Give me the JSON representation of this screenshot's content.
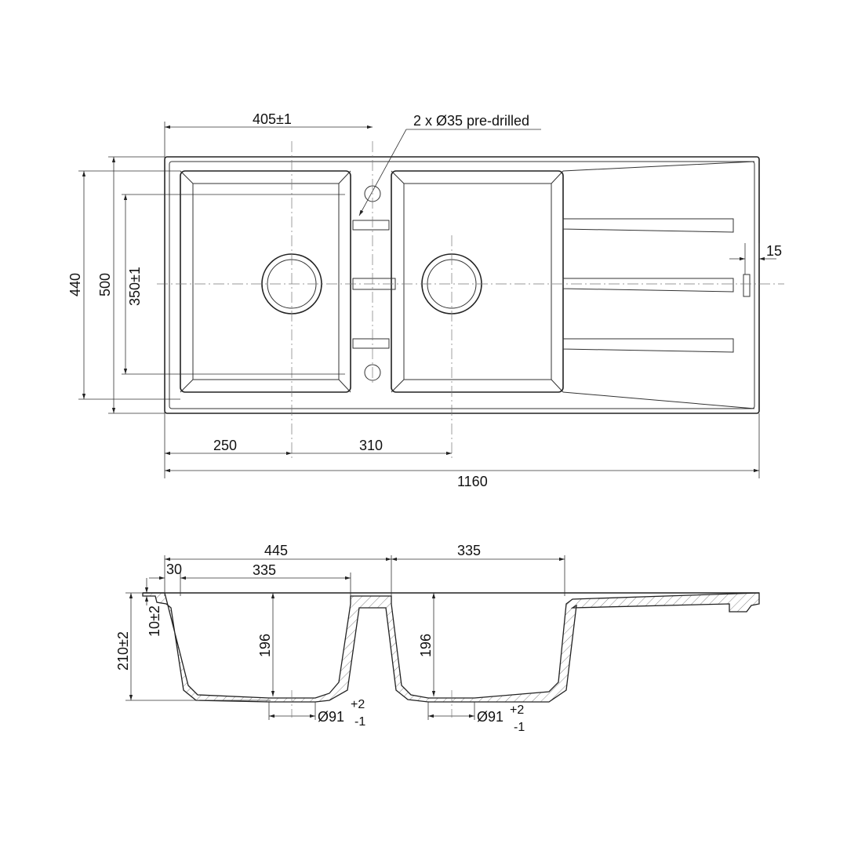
{
  "top_view": {
    "dim_bowl_width_total": "405±1",
    "note_tap_holes": "2 x Ø35 pre-drilled",
    "dim_inner_height": "440",
    "dim_outer_height": "500",
    "dim_bowl_height": "350±1",
    "dim_left_drain": "250",
    "dim_drain_spacing": "310",
    "dim_total_width": "1160",
    "dim_slot_offset": "15"
  },
  "side_view": {
    "dim_left_section": "445",
    "dim_right_bowl": "335",
    "dim_rim": "30",
    "dim_left_bowl": "335",
    "dim_total_depth": "210±2",
    "dim_rim_depth": "10±2",
    "dim_left_bowl_depth": "196",
    "dim_right_bowl_depth": "196",
    "dim_left_drain": "Ø91",
    "dim_right_drain": "Ø91",
    "tol_plus": "+2",
    "tol_minus": "-1"
  }
}
